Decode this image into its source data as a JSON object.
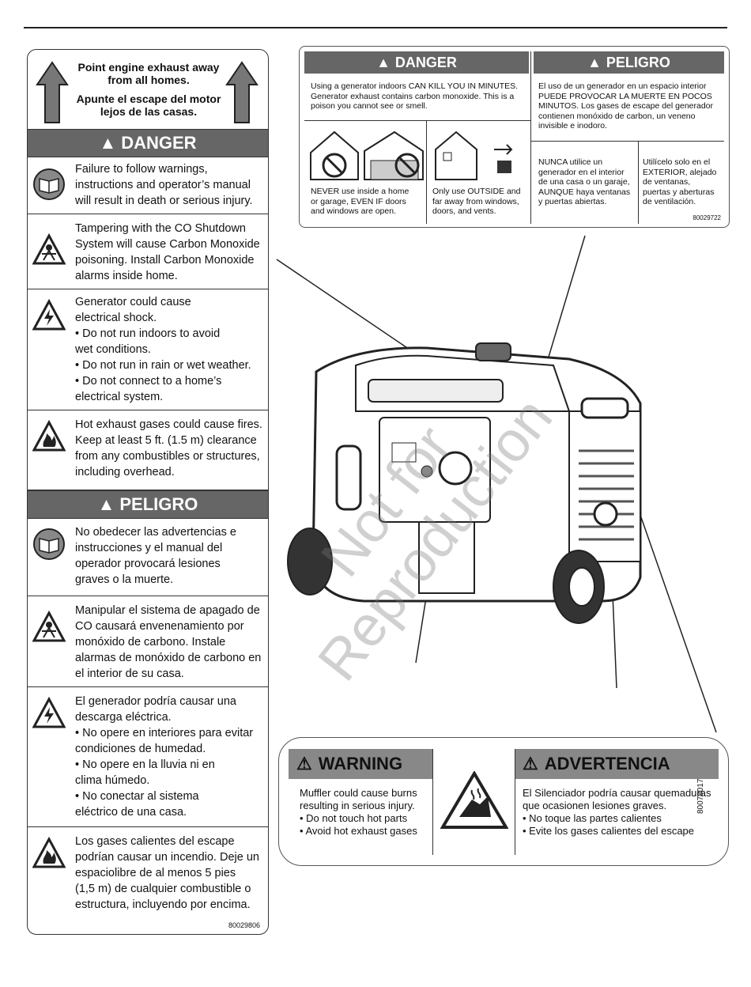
{
  "left_label": {
    "header_en": "Point engine exhaust away from all homes.",
    "header_es": "Apunte el escape del motor lejos de las casas.",
    "danger_heading": "DANGER",
    "danger_items": [
      {
        "icon": "manual-book-icon",
        "text": "Failure to follow warnings,\ninstructions and operator’s manual\nwill result in death or serious injury."
      },
      {
        "icon": "co-poisoning-icon",
        "text": "Tampering with the CO Shutdown\nSystem will cause Carbon Monoxide\npoisoning. Install Carbon Monoxide\nalarms inside home."
      },
      {
        "icon": "electrical-shock-icon",
        "text": "Generator could cause\nelectrical shock.\n• Do not run indoors to avoid\n   wet conditions.\n• Do not run in rain or wet weather.\n• Do not connect to a home’s\n   electrical system."
      },
      {
        "icon": "fire-icon",
        "text": "Hot exhaust gases could cause fires.\nKeep at least 5 ft. (1.5 m) clearance\nfrom any combustibles or structures,\nincluding overhead."
      }
    ],
    "peligro_heading": "PELIGRO",
    "peligro_items": [
      {
        "icon": "manual-book-icon",
        "text": "No obedecer las advertencias e\ninstrucciones y el manual del\noperador provocará lesiones\ngraves o la muerte."
      },
      {
        "icon": "co-poisoning-icon",
        "text": "Manipular el sistema de apagado de\nCO causará envenenamiento por\nmonóxido de carbono. Instale\nalarmas de monóxido de carbono en\nel interior de su casa."
      },
      {
        "icon": "electrical-shock-icon",
        "text": "El generador podría causar una\ndescarga eléctrica.\n• No opere en interiores para evitar\n   condiciones de humedad.\n• No opere en la lluvia ni en\n   clima húmedo.\n• No conectar al sistema\n   eléctrico de una casa."
      },
      {
        "icon": "fire-icon",
        "text": "Los gases calientes del escape\npodrían causar un incendio. Deje un\nespaciolibre de al menos 5 pies\n(1,5 m) de cualquier combustible o\nestructura, incluyendo por encima."
      }
    ],
    "serial": "80029806"
  },
  "top_label": {
    "danger_heading": "DANGER",
    "peligro_heading": "PELIGRO",
    "danger_text": "Using a generator indoors CAN KILL YOU IN MINUTES.\nGenerator exhaust contains carbon monoxide. This is a\npoison you cannot see or smell.",
    "peligro_text": "El uso de un generador en un espacio interior\nPUEDE PROVOCAR LA MUERTE EN POCOS\nMINUTOS. Los gases de escape del generador\ncontienen monóxido de carbon, un veneno\ninvisible e inodoro.",
    "never_text": "NEVER use inside a home\nor garage, EVEN IF doors\nand windows are open.",
    "only_text": "Only use OUTSIDE and\nfar away from windows,\ndoors, and vents.",
    "nunca_text": "NUNCA utilice un\ngenerador en el interior\nde una casa o un garaje,\nAUNQUE haya ventanas\ny puertas abiertas.",
    "utilicelo_text": "Utilícelo solo en el\nEXTERIOR, alejado\nde ventanas,\npuertas y aberturas\nde ventilación.",
    "serial": "80029722"
  },
  "warning_label": {
    "warning_heading": "WARNING",
    "advertencia_heading": "ADVERTENCIA",
    "en_text": "Muffler could cause burns\nresulting in serious injury.\n• Do not touch hot parts\n• Avoid hot exhaust gases",
    "es_text": "El Silenciador podría causar quemaduras\nque ocasionen lesiones graves.\n• No toque las partes calientes\n• Evite los gases calientes del escape",
    "serial": "80078017"
  },
  "watermark": "Not for\nReproduction",
  "colors": {
    "bar_gray": "#666666",
    "warning_gray": "#888888",
    "line": "#333333"
  }
}
